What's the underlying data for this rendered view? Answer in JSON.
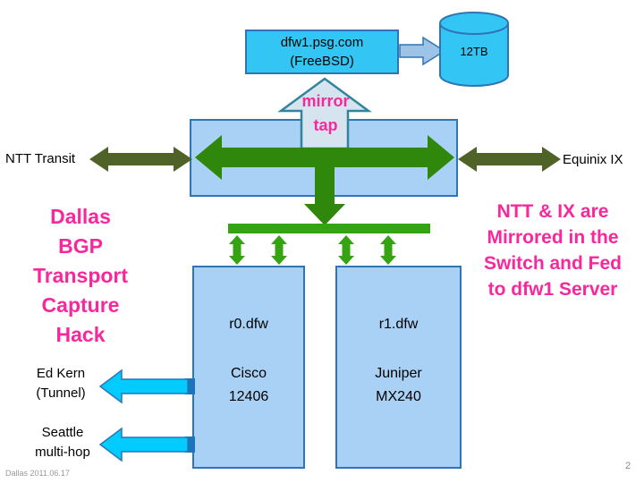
{
  "slide": {
    "footer": "Dallas 2011.06.17",
    "page_number": "2"
  },
  "server_box": {
    "line1": "dfw1.psg.com",
    "line2": "(FreeBSD)"
  },
  "storage": {
    "label": "12TB"
  },
  "mirror_tap": {
    "line1": "mirror",
    "line2": "tap"
  },
  "transit": {
    "left_label": "NTT Transit",
    "right_label": "Equinix IX"
  },
  "title": {
    "lines": [
      "Dallas",
      "BGP",
      "Transport",
      "Capture",
      "Hack"
    ]
  },
  "note": {
    "lines": [
      "NTT & IX are",
      "Mirrored in the",
      "Switch and Fed",
      "to dfw1 Server"
    ]
  },
  "routers": [
    {
      "name": "r0.dfw",
      "vendor": "Cisco",
      "model": "12406"
    },
    {
      "name": "r1.dfw",
      "vendor": "Juniper",
      "model": "MX240"
    }
  ],
  "tunnels": [
    {
      "line1": "Ed Kern",
      "line2": "(Tunnel)"
    },
    {
      "line1": "Seattle",
      "line2": "multi-hop"
    }
  ],
  "colors": {
    "light_blue_fill": "#A9D1F5",
    "blue_border": "#2E75B6",
    "cyan_fill": "#33C6F4",
    "green_center_arrow": "#2F870C",
    "green_bus": "#36A312",
    "olive_side_arrow": "#4F6228",
    "magenta_text": "#F8289C",
    "cyan_tunnel_arrow": "#00CCFF",
    "mirror_arrow_fill": "#D6E4F0",
    "mirror_arrow_border": "#31859B"
  }
}
